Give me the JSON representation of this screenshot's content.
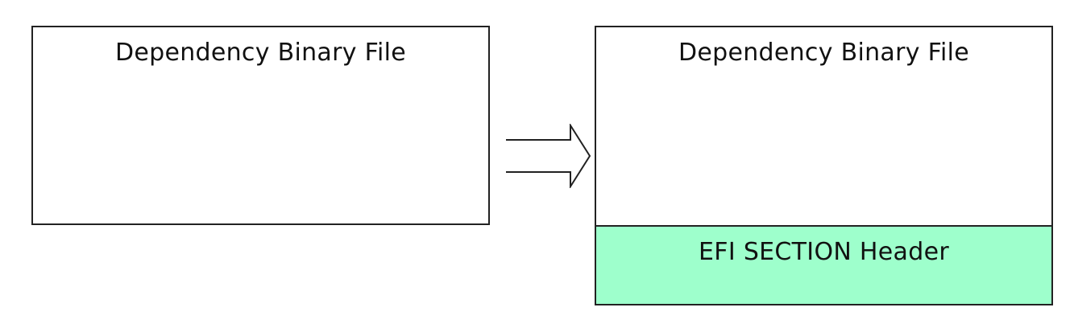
{
  "diagram": {
    "source_box": {
      "label": "Dependency Binary File"
    },
    "target_box": {
      "top_label": "Dependency Binary File",
      "bottom_label": "EFI SECTION Header",
      "bottom_color": "#9effcc"
    },
    "arrow": {
      "icon": "double-line-right-arrow-icon"
    }
  }
}
